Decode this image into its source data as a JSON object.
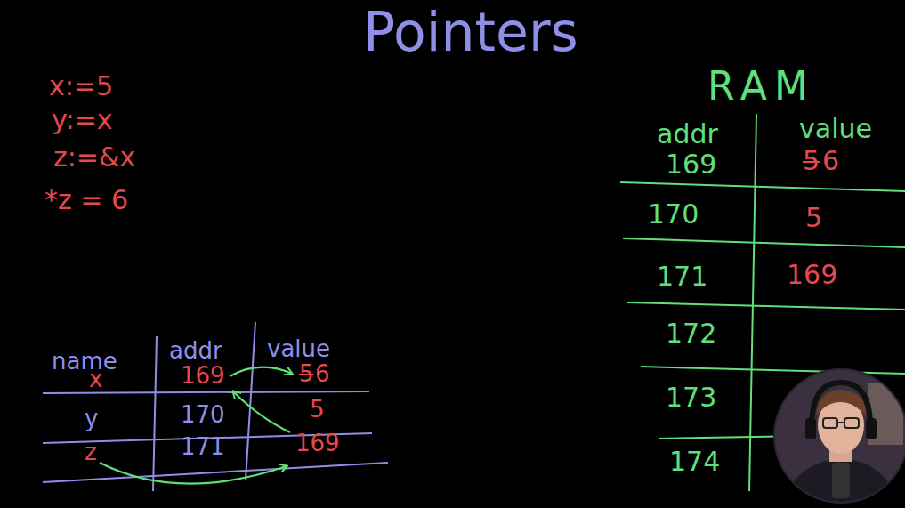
{
  "diagram": {
    "title": "Pointers",
    "labels": [
      "x:=5",
      "y:=x",
      "z:=&x",
      "*z = 6",
      "name",
      "addr",
      "value",
      "x",
      "169",
      "5",
      "6",
      "y",
      "170",
      "5",
      "z",
      "171",
      "169",
      "RAM",
      "addr",
      "value",
      "169",
      "5",
      "6",
      "170",
      "5",
      "171",
      "169",
      "172",
      "173",
      "174"
    ]
  }
}
